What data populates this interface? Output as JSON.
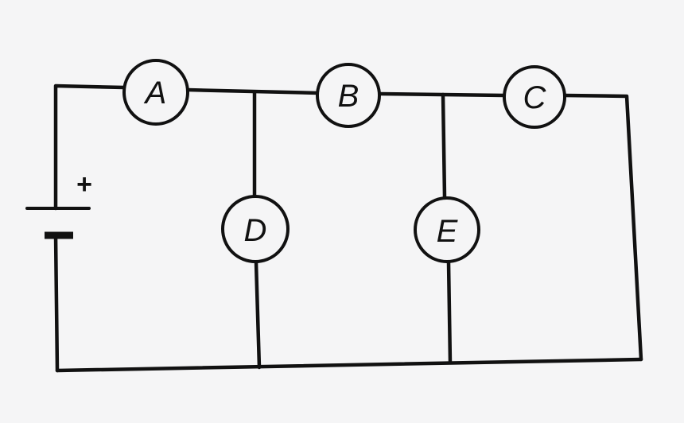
{
  "diagram": {
    "bulbs": {
      "a": "A",
      "b": "B",
      "c": "C",
      "d": "D",
      "e": "E"
    },
    "battery_plus": "+"
  }
}
